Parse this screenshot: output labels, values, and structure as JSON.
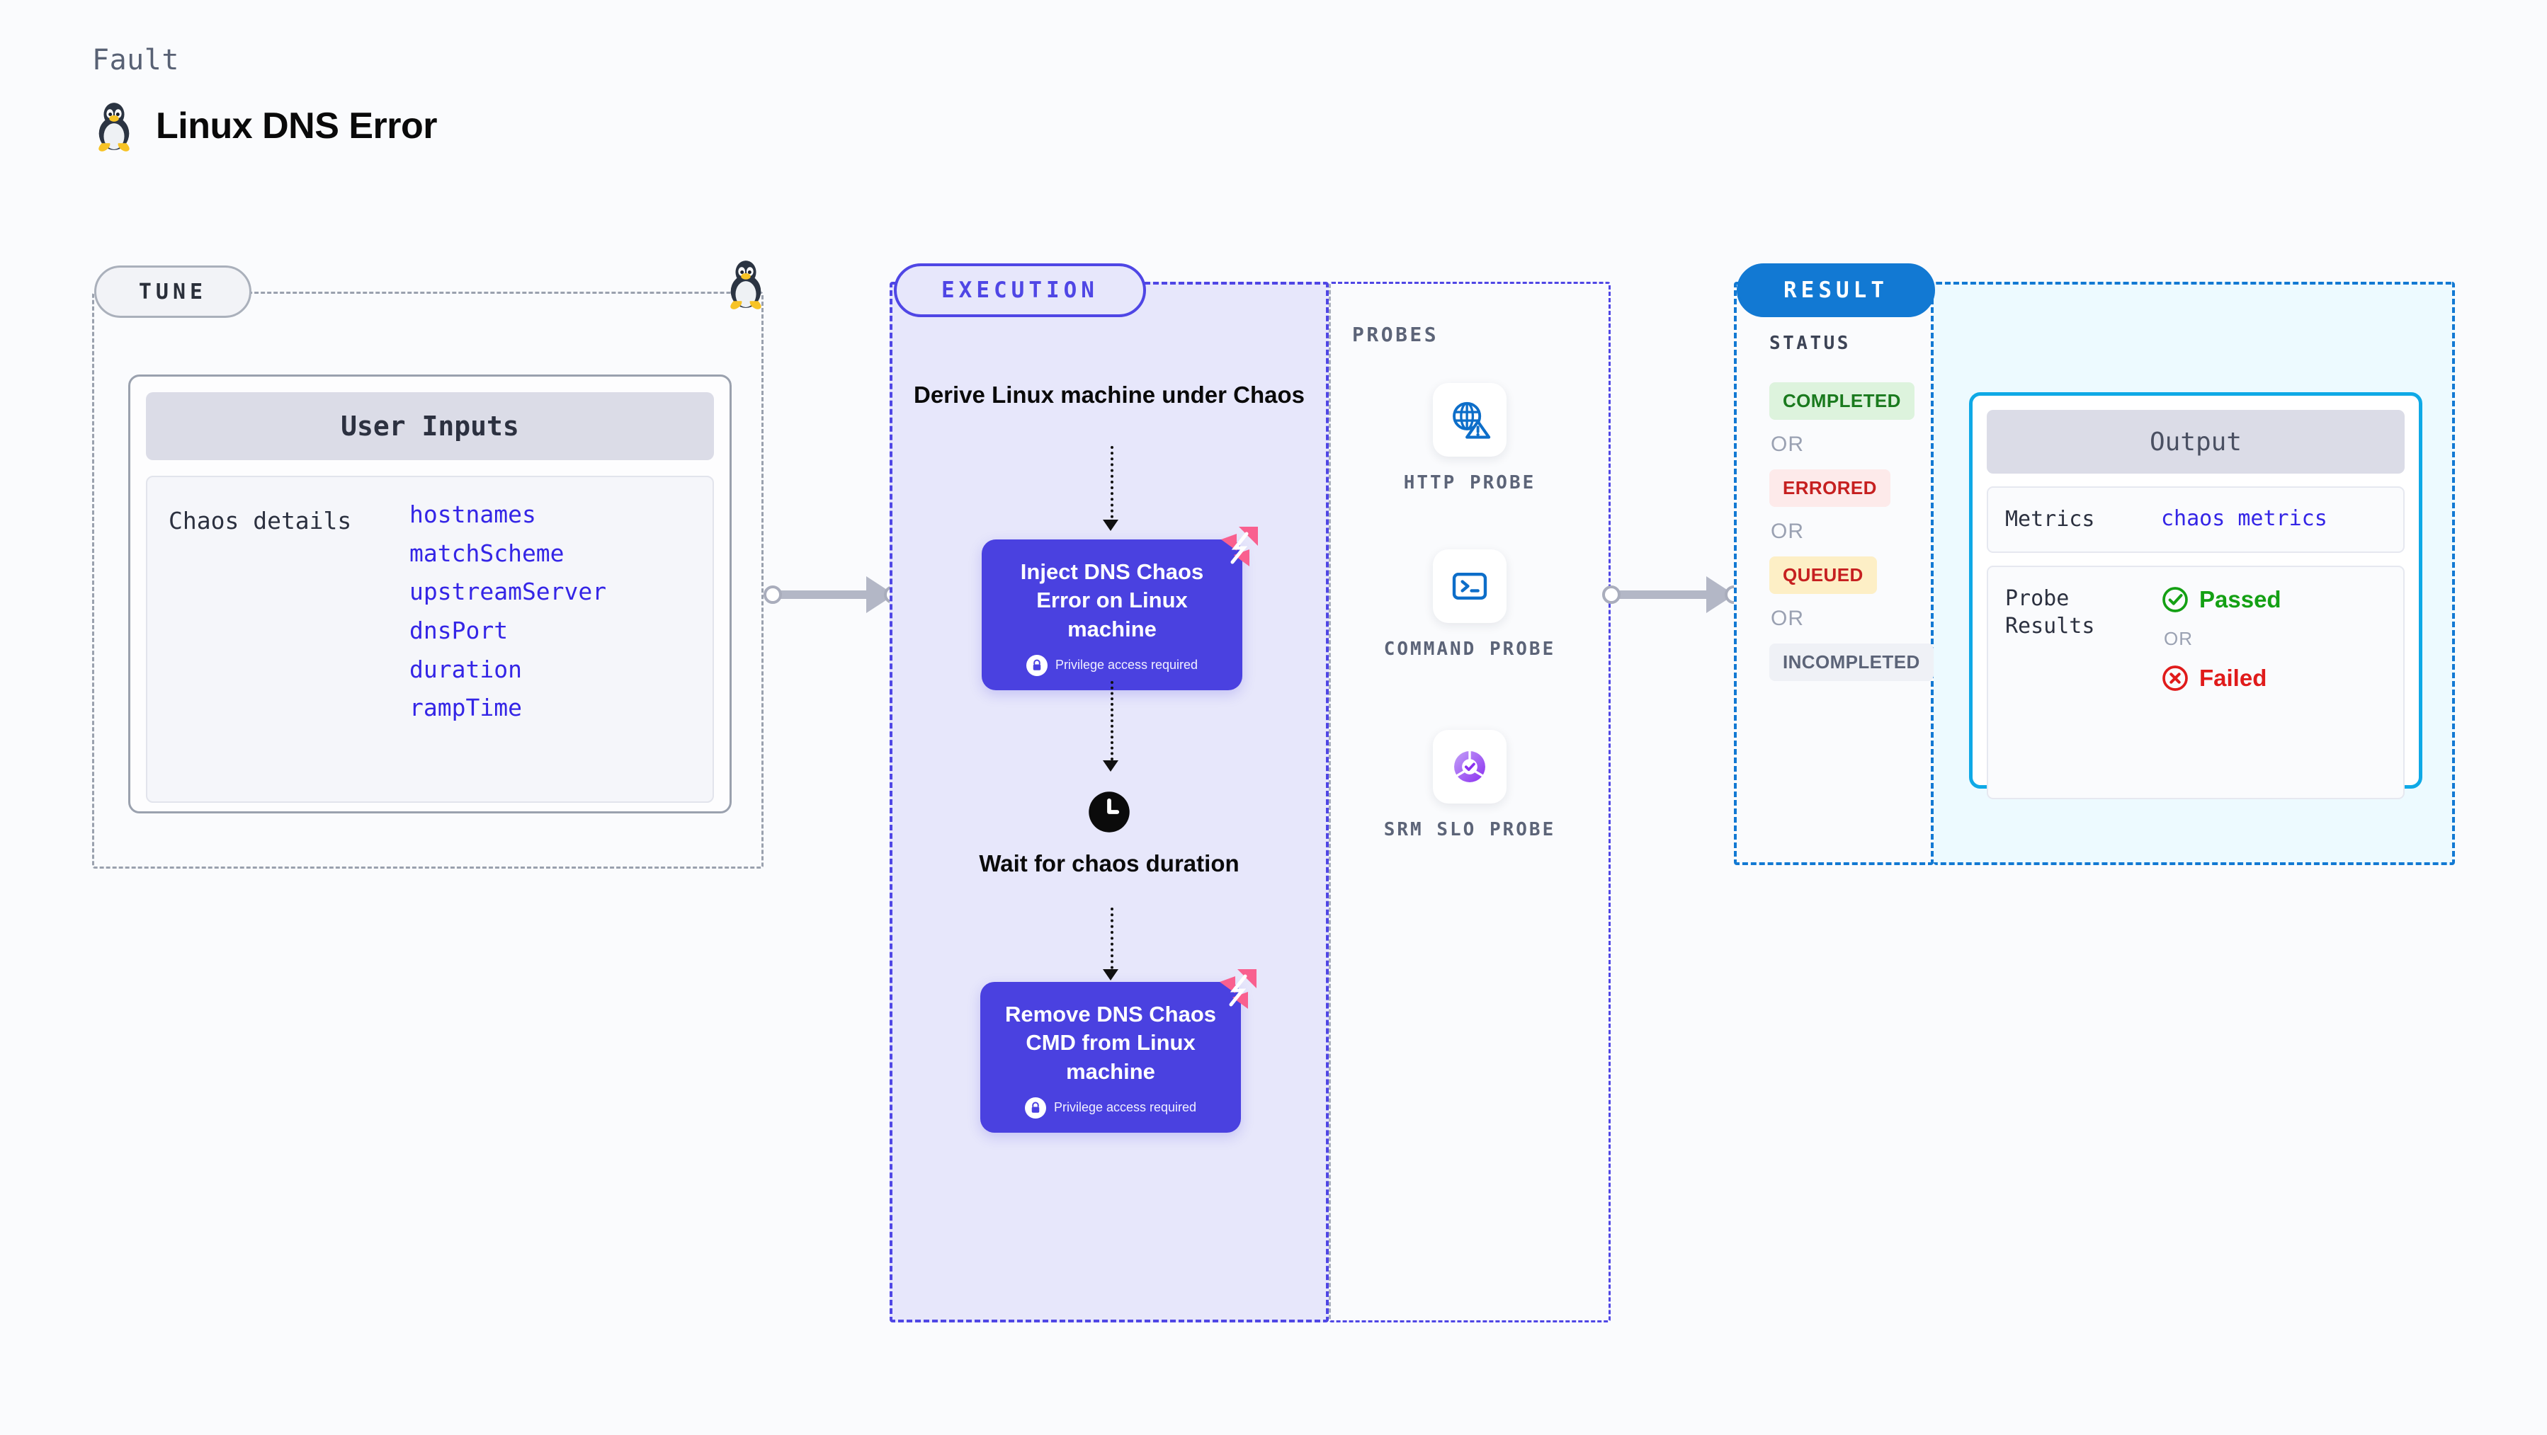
{
  "header": {
    "kicker": "Fault",
    "title": "Linux DNS Error",
    "icon": "tux-penguin-icon"
  },
  "tune": {
    "badge": "TUNE",
    "penguin_icon": "tux-penguin-icon",
    "card": {
      "header": "User Inputs",
      "label": "Chaos details",
      "params": [
        "hostnames",
        "matchScheme",
        "upstreamServer",
        "dnsPort",
        "duration",
        "rampTime"
      ]
    }
  },
  "execution": {
    "badge": "EXECUTION",
    "derive_label": "Derive Linux machine under Chaos",
    "nodes": [
      {
        "title": "Inject DNS Chaos Error on Linux machine",
        "privilege": "Privilege access required",
        "lock_icon": "lock-icon",
        "chaos_icon": "harness-chaos-mark-icon"
      },
      {
        "title": "Remove DNS Chaos CMD from Linux machine",
        "privilege": "Privilege access required",
        "lock_icon": "lock-icon",
        "chaos_icon": "harness-chaos-mark-icon"
      }
    ],
    "wait": {
      "icon": "clock-icon",
      "label": "Wait for chaos duration"
    }
  },
  "probes": {
    "title": "PROBES",
    "items": [
      {
        "label": "HTTP PROBE",
        "icon": "globe-warning-icon"
      },
      {
        "label": "COMMAND PROBE",
        "icon": "terminal-icon"
      },
      {
        "label": "SRM SLO PROBE",
        "icon": "slo-donut-check-icon"
      }
    ]
  },
  "result": {
    "badge": "RESULT",
    "status_title": "STATUS",
    "or_label": "OR",
    "statuses": [
      {
        "label": "COMPLETED",
        "color": "#1a7a1e",
        "bg": "#ddf3dd"
      },
      {
        "label": "ERRORED",
        "color": "#c62020",
        "bg": "#fdeaea"
      },
      {
        "label": "QUEUED",
        "color": "#c62020",
        "bg": "#fdefc6"
      },
      {
        "label": "INCOMPLETED",
        "color": "#5c6478",
        "bg": "#eff1f6"
      }
    ],
    "output": {
      "header": "Output",
      "metrics_key": "Metrics",
      "metrics_value": "chaos metrics",
      "probe_results_key": "Probe Results",
      "passed": "Passed",
      "failed": "Failed",
      "or_label": "OR",
      "passed_icon": "check-circle-icon",
      "failed_icon": "x-circle-icon",
      "passed_color": "#14a014",
      "failed_color": "#e01b1b"
    }
  },
  "colors": {
    "accent_indigo": "#4f46e5",
    "node_purple": "#4a41e0",
    "result_blue": "#1279d3",
    "output_cyan": "#0fa9e6",
    "param_blue": "#3425e6",
    "chaos_pink": "#f9608f"
  }
}
